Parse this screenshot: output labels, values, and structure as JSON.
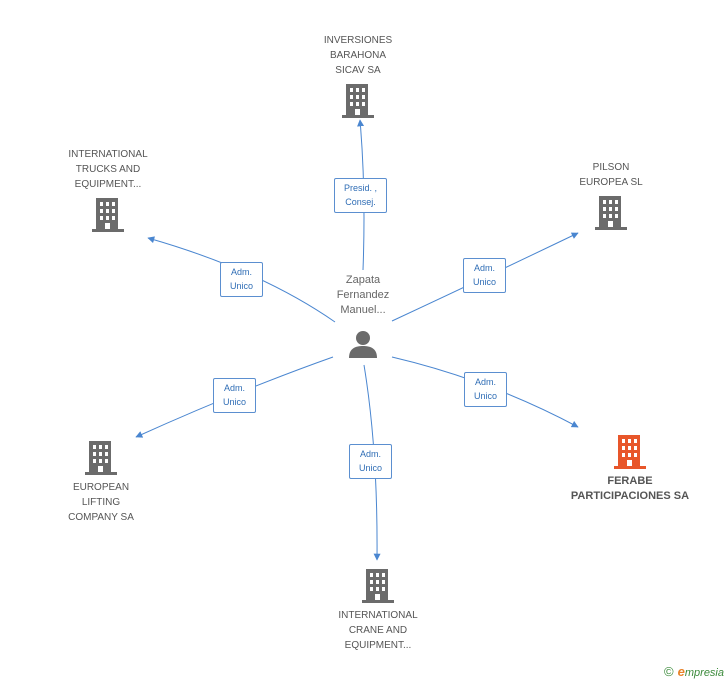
{
  "center": {
    "label": "Zapata\nFernandez\nManuel..."
  },
  "nodes": [
    {
      "id": "inversiones",
      "label": "INVERSIONES\nBARAHONA\nSICAV SA",
      "highlight": false
    },
    {
      "id": "international-trucks",
      "label": "INTERNATIONAL\nTRUCKS AND\nEQUIPMENT...",
      "highlight": false
    },
    {
      "id": "pilson",
      "label": "PILSON\nEUROPEA  SL",
      "highlight": false
    },
    {
      "id": "european-lifting",
      "label": "EUROPEAN\nLIFTING\nCOMPANY SA",
      "highlight": false
    },
    {
      "id": "ferabe",
      "label": "FERABE\nPARTICIPACIONES SA",
      "highlight": true
    },
    {
      "id": "international-crane",
      "label": "INTERNATIONAL\nCRANE AND\nEQUIPMENT...",
      "highlight": false
    }
  ],
  "relations": [
    {
      "to": "inversiones",
      "label": "Presid. ,\nConsej."
    },
    {
      "to": "international-trucks",
      "label": "Adm.\nUnico"
    },
    {
      "to": "pilson",
      "label": "Adm.\nUnico"
    },
    {
      "to": "european-lifting",
      "label": "Adm.\nUnico"
    },
    {
      "to": "ferabe",
      "label": "Adm.\nUnico"
    },
    {
      "to": "international-crane",
      "label": "Adm.\nUnico"
    }
  ],
  "colors": {
    "edge": "#4a86d0",
    "building": "#6b6b6b",
    "highlight": "#e8562a",
    "person": "#6b6b6b"
  },
  "footer": {
    "copyright": "©",
    "brand_e": "e",
    "brand_rest": "mpresia"
  }
}
